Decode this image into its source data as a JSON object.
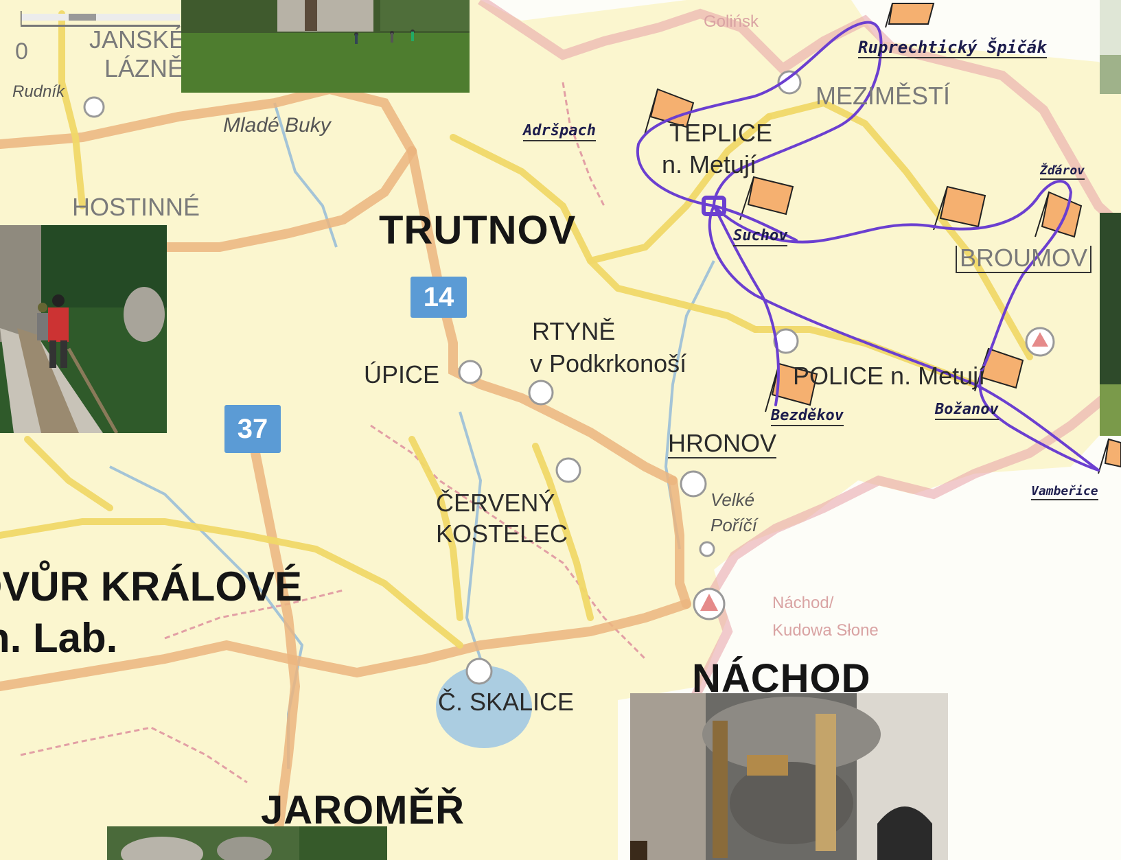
{
  "map": {
    "towns_major": {
      "trutnov": "TRUTNOV",
      "nachod": "NÁCHOD",
      "jaromer": "JAROMĚŘ",
      "dvur": "DVŮR KRÁLOVÉ",
      "dvur_sub": "n. Lab."
    },
    "towns": {
      "janske": "JANSKÉ",
      "lazne": "LÁZNĚ",
      "hostinne": "HOSTINNÉ",
      "upice": "ÚPICE",
      "rtyne": "RTYNĚ",
      "rtyne_sub": "v Podkrkonoší",
      "cerveny": "ČERVENÝ",
      "kostelec": "KOSTELEC",
      "skalice": "Č. SKALICE",
      "hronov": "HRONOV",
      "police": "POLICE n. Metují",
      "teplice": "TEPLICE",
      "teplice_sub": "n. Metují",
      "mezimesti": "MEZIMĚSTÍ",
      "broumov": "BROUMOV"
    },
    "minor": {
      "mlade_buky": "Mladé Buky",
      "rudnik": "Rudník",
      "velke": "Velké",
      "porici": "Poříčí",
      "nachod_kudowa_1": "Náchod/",
      "nachod_kudowa_2": "Kudowa Słone",
      "golinsk": "Golińsk",
      "scale_zero": "0"
    },
    "road_shields": {
      "r14": "14",
      "r37": "37"
    },
    "handwritten": {
      "adrspach": "Adršpach",
      "rupreshtiky": "Ruprechtický Špičák",
      "suchov": "Suchov",
      "bezdekov": "Bezděkov",
      "bozanov": "Božanov",
      "zdarov": "Žďárov",
      "vambeirice": "Vambeřice"
    },
    "colors": {
      "background": "#fbf8e4",
      "region_fill": "#fbf6cf",
      "road_main": "#ebb57f",
      "road_secondary": "#f0d868",
      "border": "#e8a0a8",
      "river": "#8fb8d8",
      "route_pen": "#6b3fd0",
      "flag": "#f5b070",
      "shield": "#5b9bd5"
    }
  }
}
